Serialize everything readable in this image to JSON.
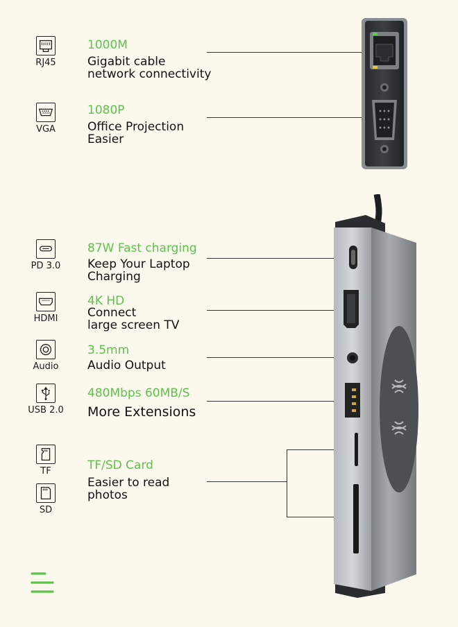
{
  "features": [
    {
      "id": "rj45",
      "port_label": "RJ45",
      "title": "1000M",
      "desc": "Gigabit cable\nnetwork connectivity",
      "icon": "ethernet-icon"
    },
    {
      "id": "vga",
      "port_label": "VGA",
      "title": "1080P",
      "desc": "Office Projection\nEasier",
      "icon": "vga-icon"
    },
    {
      "id": "pd",
      "port_label": "PD 3.0",
      "title": "87W Fast charging",
      "desc": "Keep Your Laptop\nCharging",
      "icon": "usb-c-icon"
    },
    {
      "id": "hdmi",
      "port_label": "HDMI",
      "title": "4K HD",
      "desc": "Connect\nlarge screen TV",
      "icon": "hdmi-icon"
    },
    {
      "id": "audio",
      "port_label": "Audio",
      "title": "3.5mm",
      "desc": "Audio Output",
      "icon": "audio-jack-icon"
    },
    {
      "id": "usb",
      "port_label": "USB 2.0",
      "title": "480Mbps  60MB/S",
      "desc": "More Extensions",
      "icon": "usb-icon"
    },
    {
      "id": "card",
      "port_label": "TF",
      "port_label_2": "SD",
      "title": "TF/SD Card",
      "desc": "Easier to read\nphotos",
      "icon": "tf-card-icon",
      "icon_2": "sd-card-icon"
    }
  ],
  "colors": {
    "accent": "#5ec24a",
    "background": "#fbf8ee",
    "hub": "#9a9ea4"
  }
}
